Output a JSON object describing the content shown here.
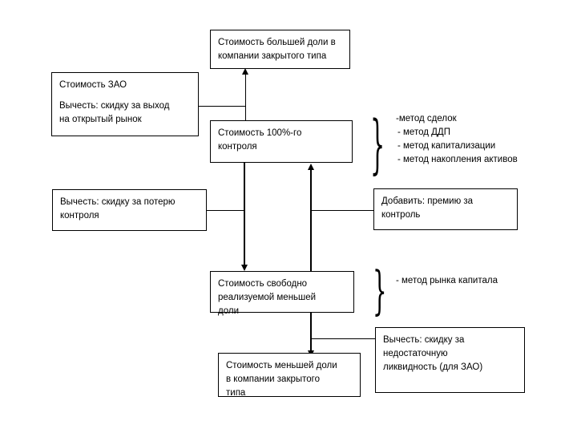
{
  "diagram": {
    "title_internal": "Стоимость долей в компании закрытого типа",
    "nodes": {
      "majority_stake": {
        "line1": "Стоимость большей доли в",
        "line2": "компании закрытого типа"
      },
      "zao_value": {
        "line1": "Стоимость ЗАО",
        "line2": "Вычесть: скидку за выход",
        "line3": "на открытый рынок"
      },
      "control_100": {
        "line1": "Стоимость 100%-го",
        "line2": "контроля"
      },
      "subtract_loss_of_control": {
        "line1": "Вычесть: скидку за потерю",
        "line2": "контроля"
      },
      "add_control_premium": {
        "line1": "Добавить: премию за",
        "line2": "контроль"
      },
      "freely_marketable_minority": {
        "line1": "Стоимость свободно",
        "line2": "реализуемой меньшей",
        "line3": "доли"
      },
      "subtract_liquidity_discount": {
        "line1": "Вычесть: скидку за",
        "line2": "недостаточную",
        "line3": "ликвидность (для ЗАО)"
      },
      "minority_stake": {
        "line1": "Стоимость меньшей доли",
        "line2": "в компании закрытого",
        "line3": "типа"
      }
    },
    "method_group_control": {
      "items": [
        "-метод сделок",
        "- метод ДДП",
        "- метод капитализации",
        "- метод накопления активов"
      ]
    },
    "method_group_minority": {
      "items": [
        "- метод рынка капитала"
      ]
    },
    "colors": {
      "line": "#000000",
      "box_border": "#000000",
      "background": "#ffffff",
      "text": "#000000"
    }
  }
}
